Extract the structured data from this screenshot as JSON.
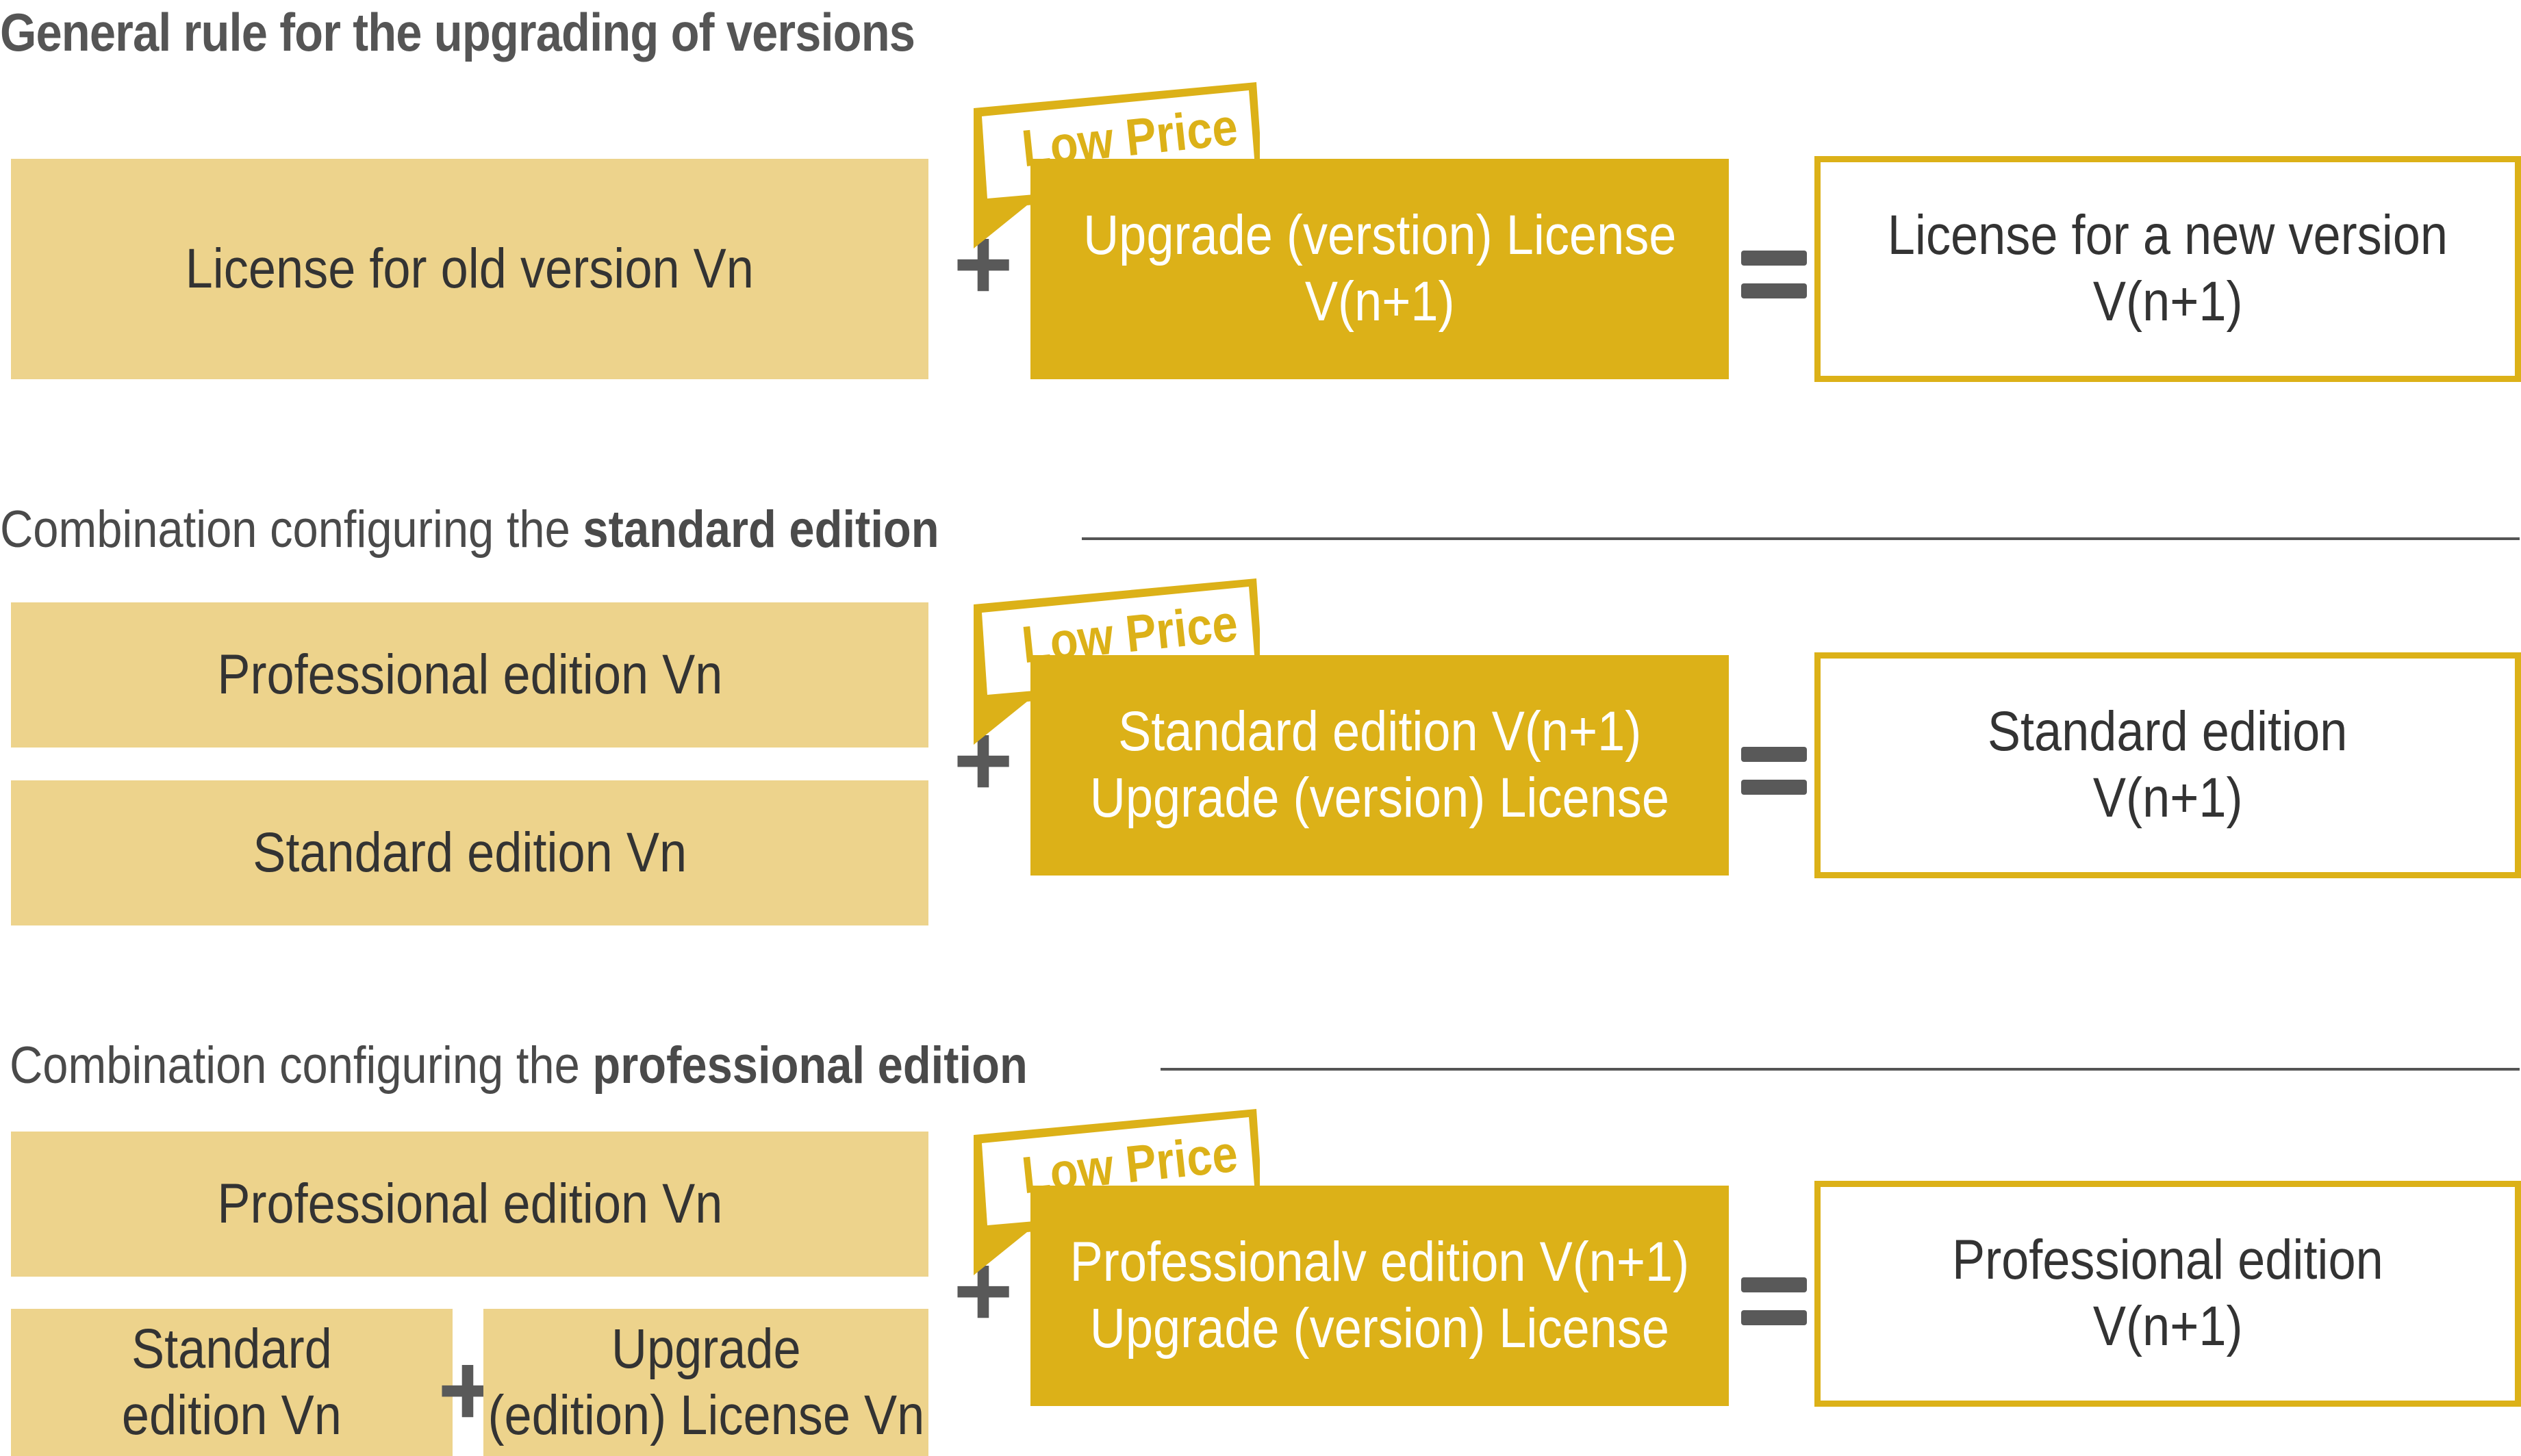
{
  "title": "General rule for the upgrading of versions",
  "colors": {
    "light_gold": "#edd38c",
    "gold": "#dcb118",
    "gray": "#595959"
  },
  "badge": "Low Price",
  "row1": {
    "old_license": "License for old version Vn",
    "upgrade_line1": "Upgrade  (verstion) License",
    "upgrade_line2": "V(n+1)",
    "result_line1": "License for a new version",
    "result_line2": "V(n+1)"
  },
  "section2": {
    "heading_prefix": "Combination configuring the",
    "heading_bold": "standard edition",
    "input1": "Professional edition Vn",
    "input2": "Standard edition  Vn",
    "upgrade_line1": "Standard edition V(n+1)",
    "upgrade_line2": "Upgrade (version) License",
    "result_line1": "Standard edition",
    "result_line2": "V(n+1)"
  },
  "section3": {
    "heading_prefix": "Combination configuring the",
    "heading_bold": "professional edition",
    "input1": "Professional edition Vn",
    "input2_line1": "Standard",
    "input2_line2": "edition  Vn",
    "input3_line1": "Upgrade",
    "input3_line2": "(edition) License Vn",
    "upgrade_line1": "Professionalv edition V(n+1)",
    "upgrade_line2": "Upgrade (version) License",
    "result_line1": "Professional edition",
    "result_line2": "V(n+1)"
  }
}
